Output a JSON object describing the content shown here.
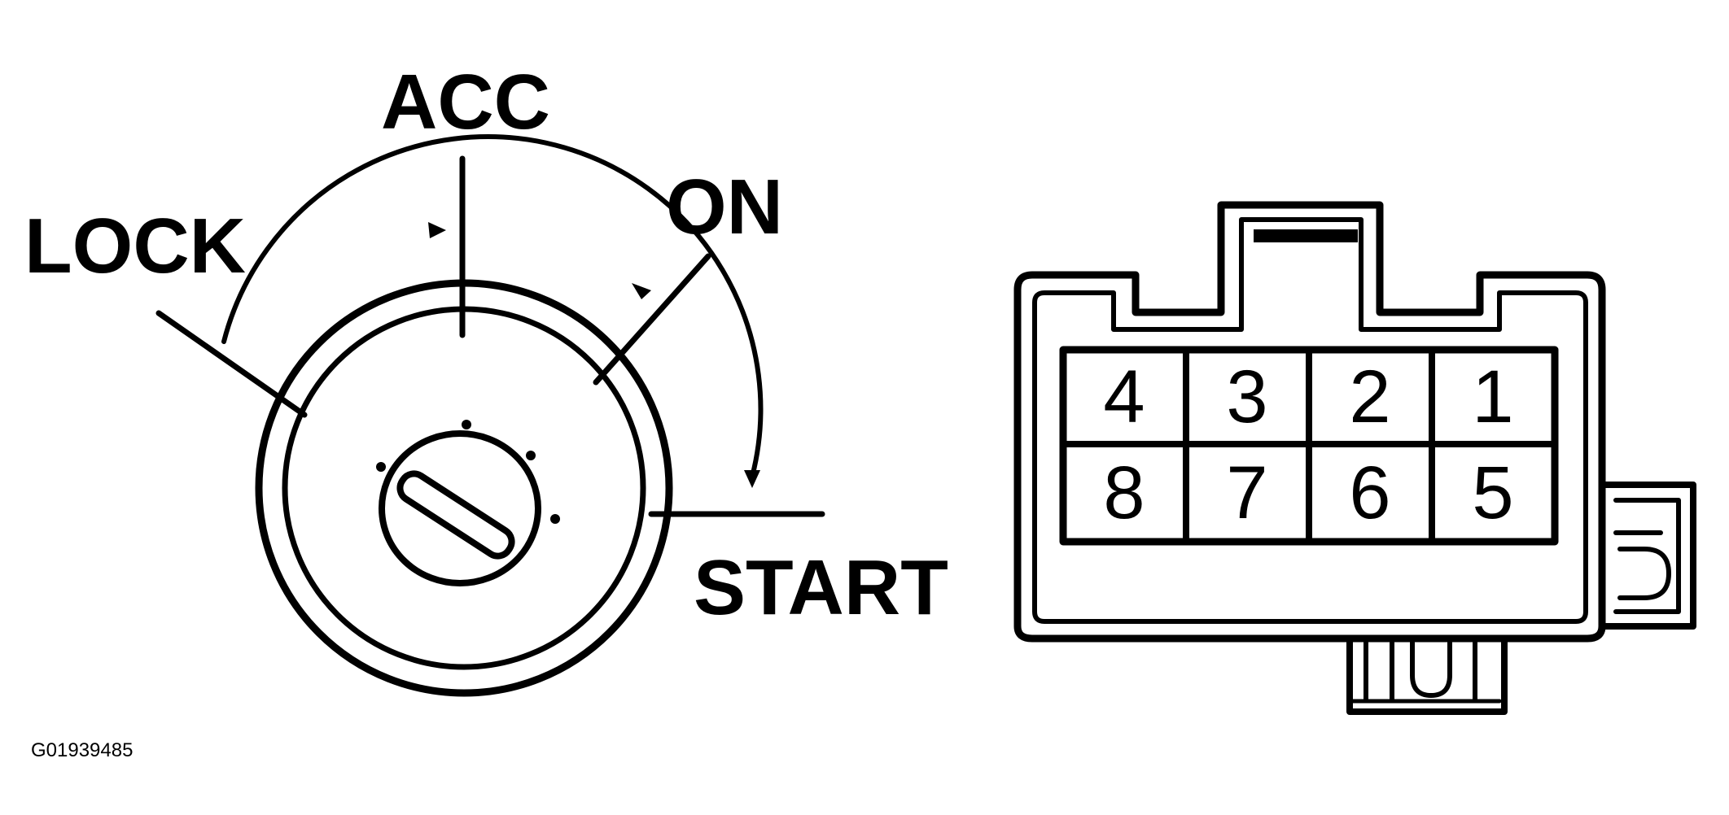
{
  "switch": {
    "positions": {
      "lock": "LOCK",
      "acc": "ACC",
      "on": "ON",
      "start": "START"
    }
  },
  "connector": {
    "pins_top": [
      "4",
      "3",
      "2",
      "1"
    ],
    "pins_bottom": [
      "8",
      "7",
      "6",
      "5"
    ]
  },
  "figure_id": "G01939485",
  "colors": {
    "ink": "#000000",
    "paper": "#ffffff"
  }
}
